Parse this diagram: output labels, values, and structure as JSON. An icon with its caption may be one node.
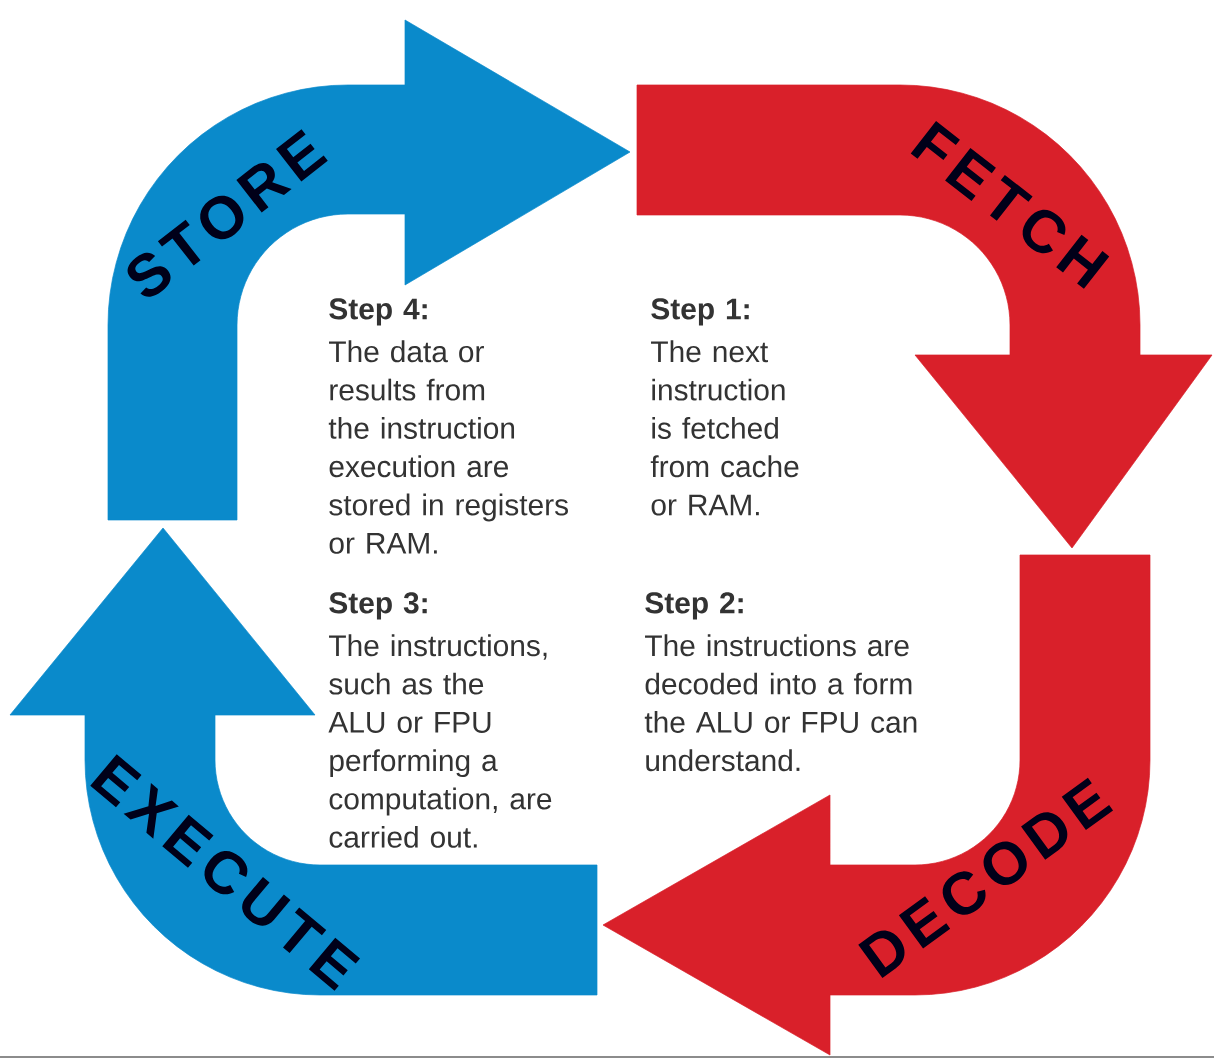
{
  "diagram": {
    "nodes": [
      {
        "text": [
          "STORE"
        ]
      },
      {
        "text": [
          "FETCH"
        ]
      },
      {
        "text": [
          "EXECUTE"
        ]
      },
      {
        "text": [
          "DECODE"
        ]
      }
    ],
    "edges": [
      {
        "from": 2,
        "to": 1,
        "arrow": "to",
        "color": "#0a8acb"
      },
      {
        "from": 0,
        "to": 3,
        "arrow": "to",
        "color": "#d9202a"
      },
      {
        "from": 3,
        "to": 0,
        "arrow": "to",
        "color": "#0a8acb"
      },
      {
        "from": 1,
        "to": 2,
        "arrow": "to",
        "color": "#d9202a"
      }
    ],
    "labels": [
      "Step 4:",
      "The data or results from the instruction execution are stored in registers or RAM.",
      "Step 1:",
      "The next instruction is fetched from cache or RAM.",
      "Step 3:",
      "The instructions, such as the ALU or FPU performing a computation, are carried out.",
      "Step 2:",
      "The instructions are decoded into a form the ALU or FPU can understand."
    ]
  }
}
